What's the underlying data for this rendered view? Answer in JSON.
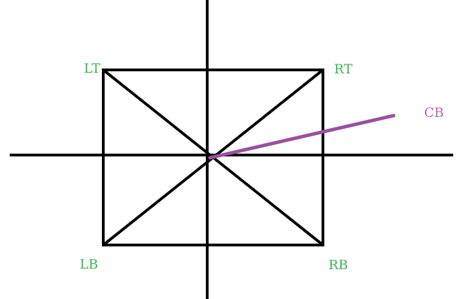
{
  "diagram": {
    "labels": {
      "left_top": "LT",
      "right_top": "RT",
      "left_bottom": "LB",
      "right_bottom": "RB",
      "cb": "CB"
    },
    "colors": {
      "stroke": "#000000",
      "label": "#3cb454",
      "cb_line": "#9b4f9f",
      "cb_label": "#b06ab3"
    }
  }
}
